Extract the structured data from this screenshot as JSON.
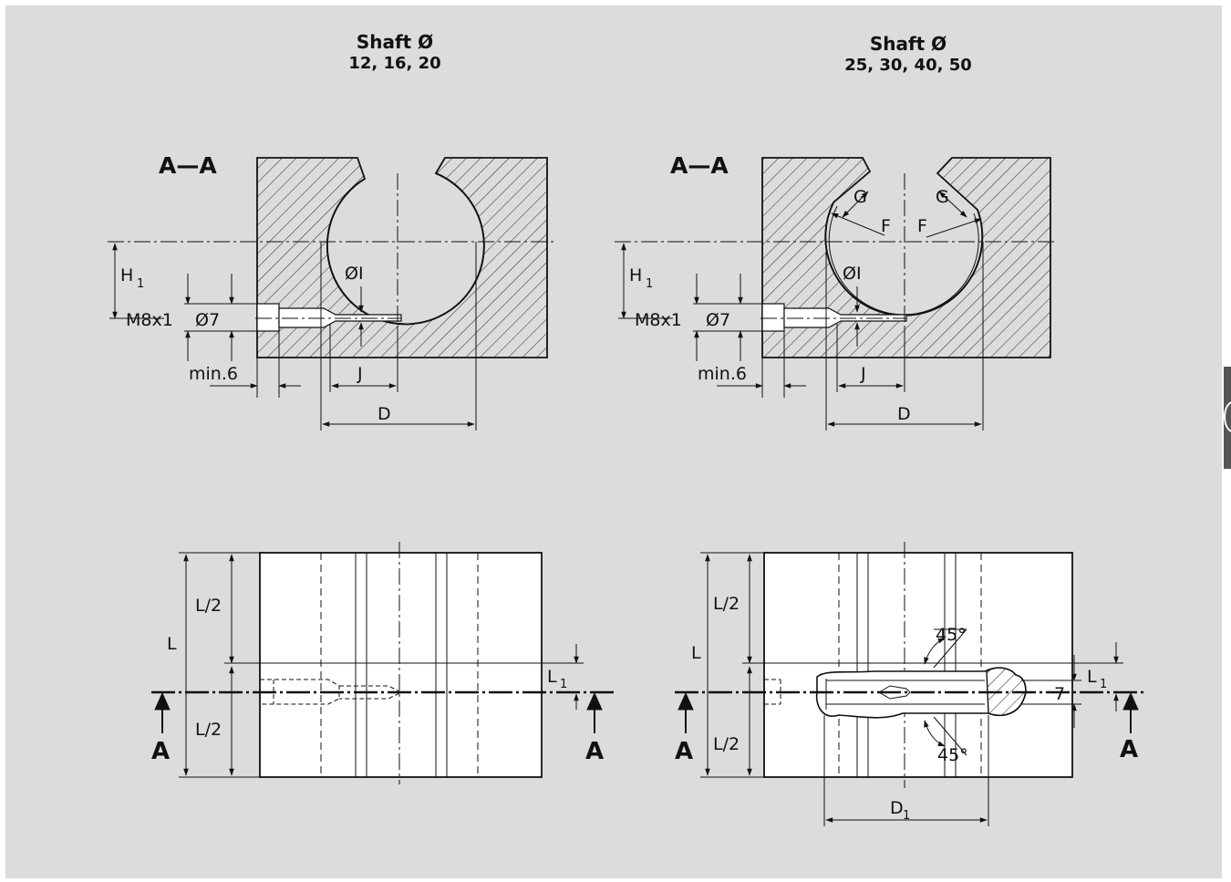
{
  "left": {
    "title": "Shaft Ø",
    "sizes": "12, 16, 20",
    "section_label": "A—A",
    "labels": {
      "H": "H",
      "H_sub": "1",
      "thread": "M8x1",
      "bore": "Ø7",
      "min": "min.6",
      "I": "ØI",
      "J": "J",
      "D": "D",
      "L": "L",
      "L_half_top": "L/2",
      "L_half_bottom": "L/2",
      "L1": "L",
      "L1_sub": "1",
      "arrow_left": "A",
      "arrow_right": "A"
    }
  },
  "right": {
    "title": "Shaft Ø",
    "sizes": "25, 30, 40, 50",
    "section_label": "A—A",
    "labels": {
      "G_left": "G",
      "G_right": "G",
      "F_left": "F",
      "F_right": "F",
      "H": "H",
      "H_sub": "1",
      "thread": "M8x1",
      "bore": "Ø7",
      "min": "min.6",
      "I": "ØI",
      "J": "J",
      "D": "D",
      "L": "L",
      "L_half_top": "L/2",
      "L_half_bottom": "L/2",
      "angle_top": "45°",
      "angle_bottom": "45°",
      "L1": "L",
      "L1_sub": "1",
      "seven": "7",
      "D1": "D",
      "D1_sub": "1",
      "arrow_left": "A",
      "arrow_right": "A"
    }
  },
  "colors": {
    "background": "#dcdcdc",
    "line": "#111111",
    "hatch": "#333333",
    "tab": "#555555"
  }
}
